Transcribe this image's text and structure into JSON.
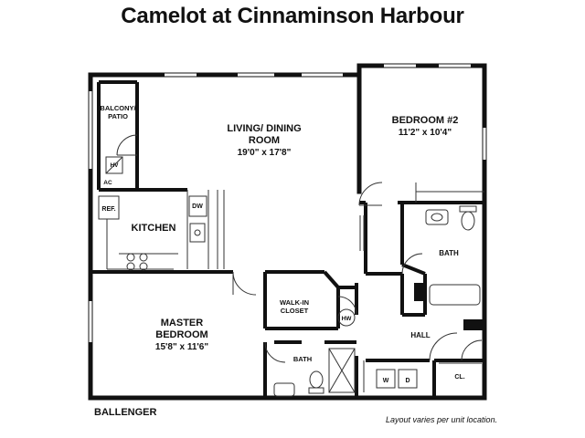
{
  "title": "Camelot at Cinnaminson Harbour",
  "rooms": {
    "balcony": {
      "line1": "BALCONY/",
      "line2": "PATIO"
    },
    "living": {
      "line1": "LIVING/ DINING",
      "line2": "ROOM",
      "dims": "19'0\" x 17'8\""
    },
    "bedroom2": {
      "name": "BEDROOM #2",
      "dims": "11'2\" x 10'4\""
    },
    "kitchen": {
      "name": "KITCHEN"
    },
    "master": {
      "line1": "MASTER",
      "line2": "BEDROOM",
      "dims": "15'8\" x 11'6\""
    },
    "walkin": {
      "line1": "WALK-IN",
      "line2": "CLOSET"
    },
    "bath_upper": {
      "name": "BATH"
    },
    "bath_lower": {
      "name": "BATH"
    },
    "hall": {
      "name": "HALL"
    }
  },
  "fixtures": {
    "hv": "HV",
    "ac": "AC",
    "ref": "REF.",
    "dw": "DW",
    "hw": "HW",
    "washer": "W",
    "dryer": "D",
    "closet": "CL."
  },
  "footer": {
    "model": "BALLENGER",
    "note": "Layout varies per unit location."
  }
}
